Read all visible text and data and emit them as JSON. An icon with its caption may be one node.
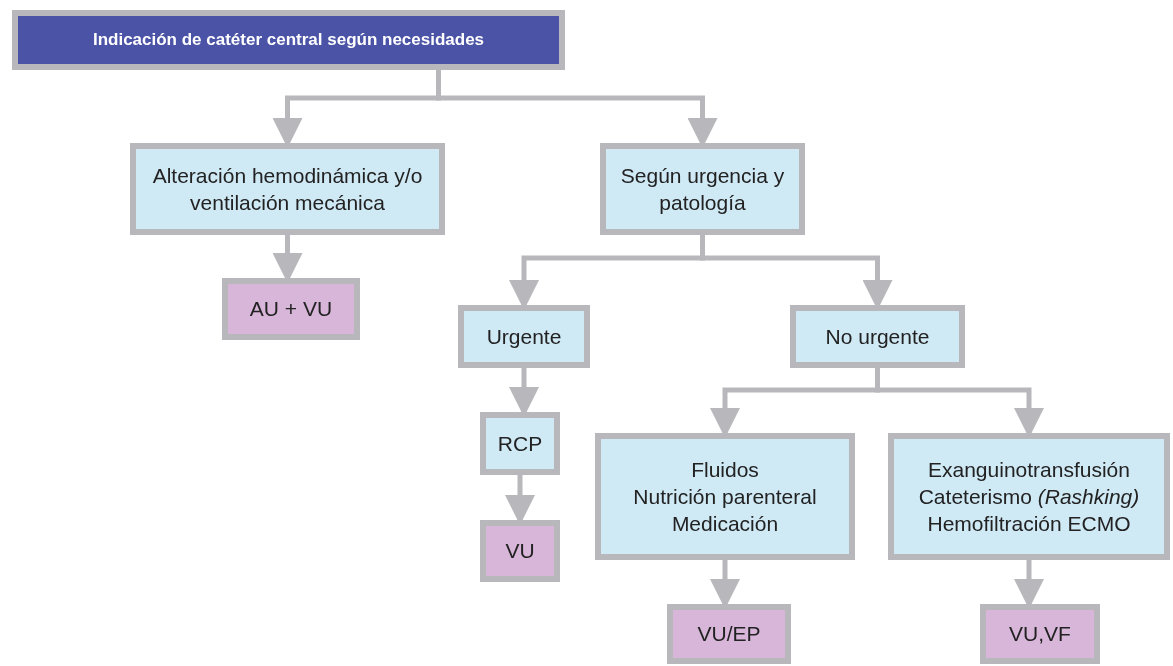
{
  "diagram": {
    "nodes": [
      {
        "text": [
          "Indicación de catéter central según necesidades"
        ]
      },
      {
        "text": [
          "Alteración hemodinámica y/o ventilación mecánica"
        ]
      },
      {
        "text": [
          "Según urgencia y patología"
        ]
      },
      {
        "text": [
          "AU + VU"
        ]
      },
      {
        "text": [
          "Urgente"
        ]
      },
      {
        "text": [
          "No urgente"
        ]
      },
      {
        "text": [
          "RCP"
        ]
      },
      {
        "text": [
          "VU"
        ]
      },
      {
        "text": [
          "Fluidos",
          "Nutrición parenteral",
          "Medicación"
        ]
      },
      {
        "text": [
          "Exanguinotransfusión",
          "Cateterismo *(Rashking)*",
          "Hemofiltración ECMO"
        ]
      },
      {
        "text": [
          "VU/EP"
        ]
      },
      {
        "text": [
          "VU,VF"
        ]
      }
    ],
    "edges": [
      {
        "from": 0,
        "to": 1,
        "arrow": "to"
      },
      {
        "from": 0,
        "to": 2,
        "arrow": "to"
      },
      {
        "from": 1,
        "to": 3,
        "arrow": "to"
      },
      {
        "from": 2,
        "to": 4,
        "arrow": "to"
      },
      {
        "from": 2,
        "to": 5,
        "arrow": "to"
      },
      {
        "from": 4,
        "to": 6,
        "arrow": "to"
      },
      {
        "from": 6,
        "to": 7,
        "arrow": "to"
      },
      {
        "from": 5,
        "to": 8,
        "arrow": "to"
      },
      {
        "from": 5,
        "to": 9,
        "arrow": "to"
      },
      {
        "from": 8,
        "to": 10,
        "arrow": "to"
      },
      {
        "from": 9,
        "to": 11,
        "arrow": "to"
      }
    ]
  }
}
